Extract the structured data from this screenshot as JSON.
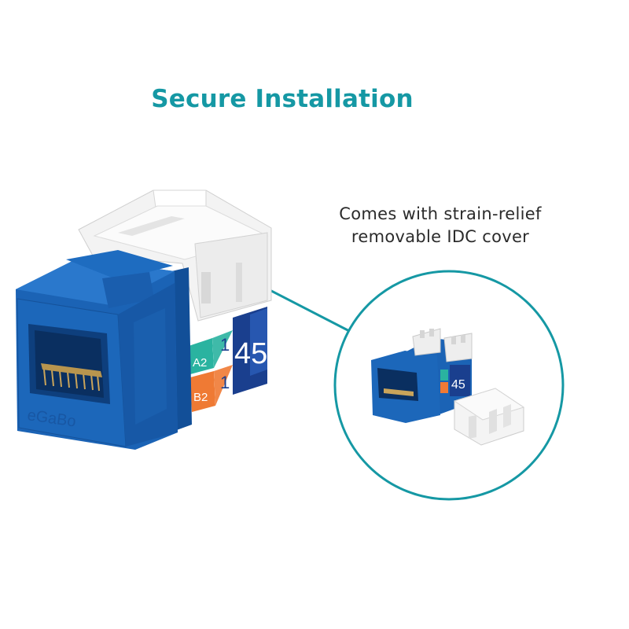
{
  "title": "Secure Installation",
  "caption": {
    "line1": "Comes with strain-relief",
    "line2": "removable IDC cover"
  },
  "jack_labels": {
    "a_label": "A2",
    "b_label": "B2",
    "num1": "1",
    "num2": "1",
    "num45": "45",
    "brand": "eGaBo"
  },
  "colors": {
    "accent": "#1598a4",
    "jack_blue": "#1b63b5",
    "jack_blue_dark": "#10478d",
    "label_green": "#2ab3a0",
    "label_orange": "#ef7a34",
    "label_navy": "#1a3f8e"
  },
  "icons": [
    "rj45-keystone-jack-icon",
    "idc-cover-icon",
    "zoom-callout-icon"
  ]
}
